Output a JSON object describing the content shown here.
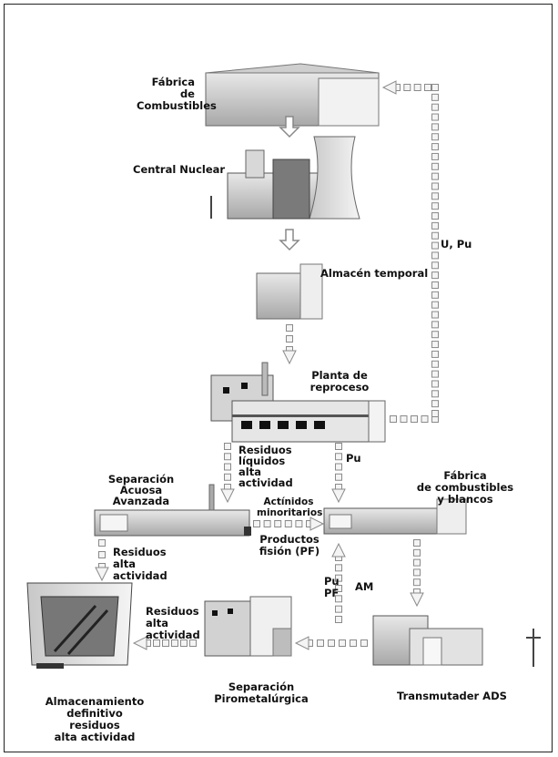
{
  "labels": {
    "fuel_factory": "Fábrica de\nCombustibles",
    "nuclear_plant": "Central Nuclear",
    "temp_storage": "Almacén temporal",
    "reprocessing": "Planta de\nreproceso",
    "recycle_up": "U, Pu",
    "liquid_waste": "Residuos\nlíquidos\nalta\nactividad",
    "pu_down": "Pu",
    "aqueous_sep": "Separación\nAcuosa\nAvanzada",
    "fuel_targets": "Fábrica\nde combustibles\ny blancos",
    "minor_actinides": "Actínidos\nminoritarios",
    "fission_products": "Productos\nfisión (PF)",
    "waste_high_1": "Residuos\nalta\nactividad",
    "pu_pf": "Pu\nPF",
    "am": "AM",
    "waste_high_2": "Residuos\nalta\nactividad",
    "final_storage": "Almacenamiento\ndefinitivo residuos\nalta actividad",
    "pyro_sep": "Separación\nPirometalúrgica",
    "transmuter": "Transmutader ADS"
  }
}
